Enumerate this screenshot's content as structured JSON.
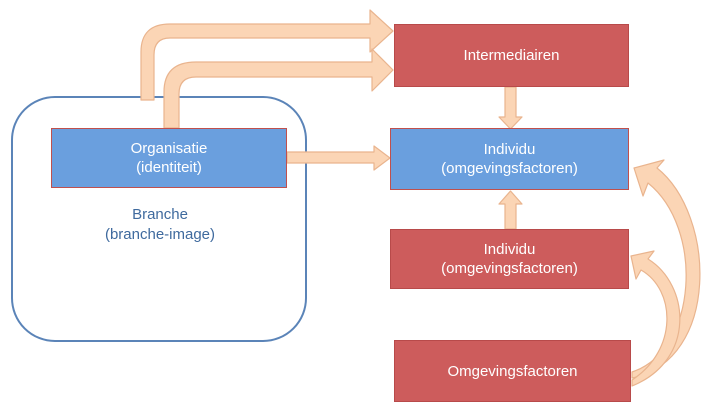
{
  "diagram": {
    "branche": {
      "line1": "Branche",
      "line2": "(branche-image)"
    },
    "organisatie": {
      "line1": "Organisatie",
      "line2": "(identiteit)"
    },
    "intermediairen": {
      "label": "Intermediairen"
    },
    "individu_main": {
      "line1": "Individu",
      "line2": "(omgevingsfactoren)"
    },
    "individu_lower": {
      "line1": "Individu",
      "line2": "(omgevingsfactoren)"
    },
    "omgevingsfactoren": {
      "label": "Omgevingsfactoren"
    }
  },
  "colors": {
    "red_box": "#cd5c5c",
    "blue_box": "#6a9fde",
    "container_border": "#5b84b8",
    "arrow_fill": "#fbd5b5",
    "arrow_stroke": "#e9b48e"
  }
}
